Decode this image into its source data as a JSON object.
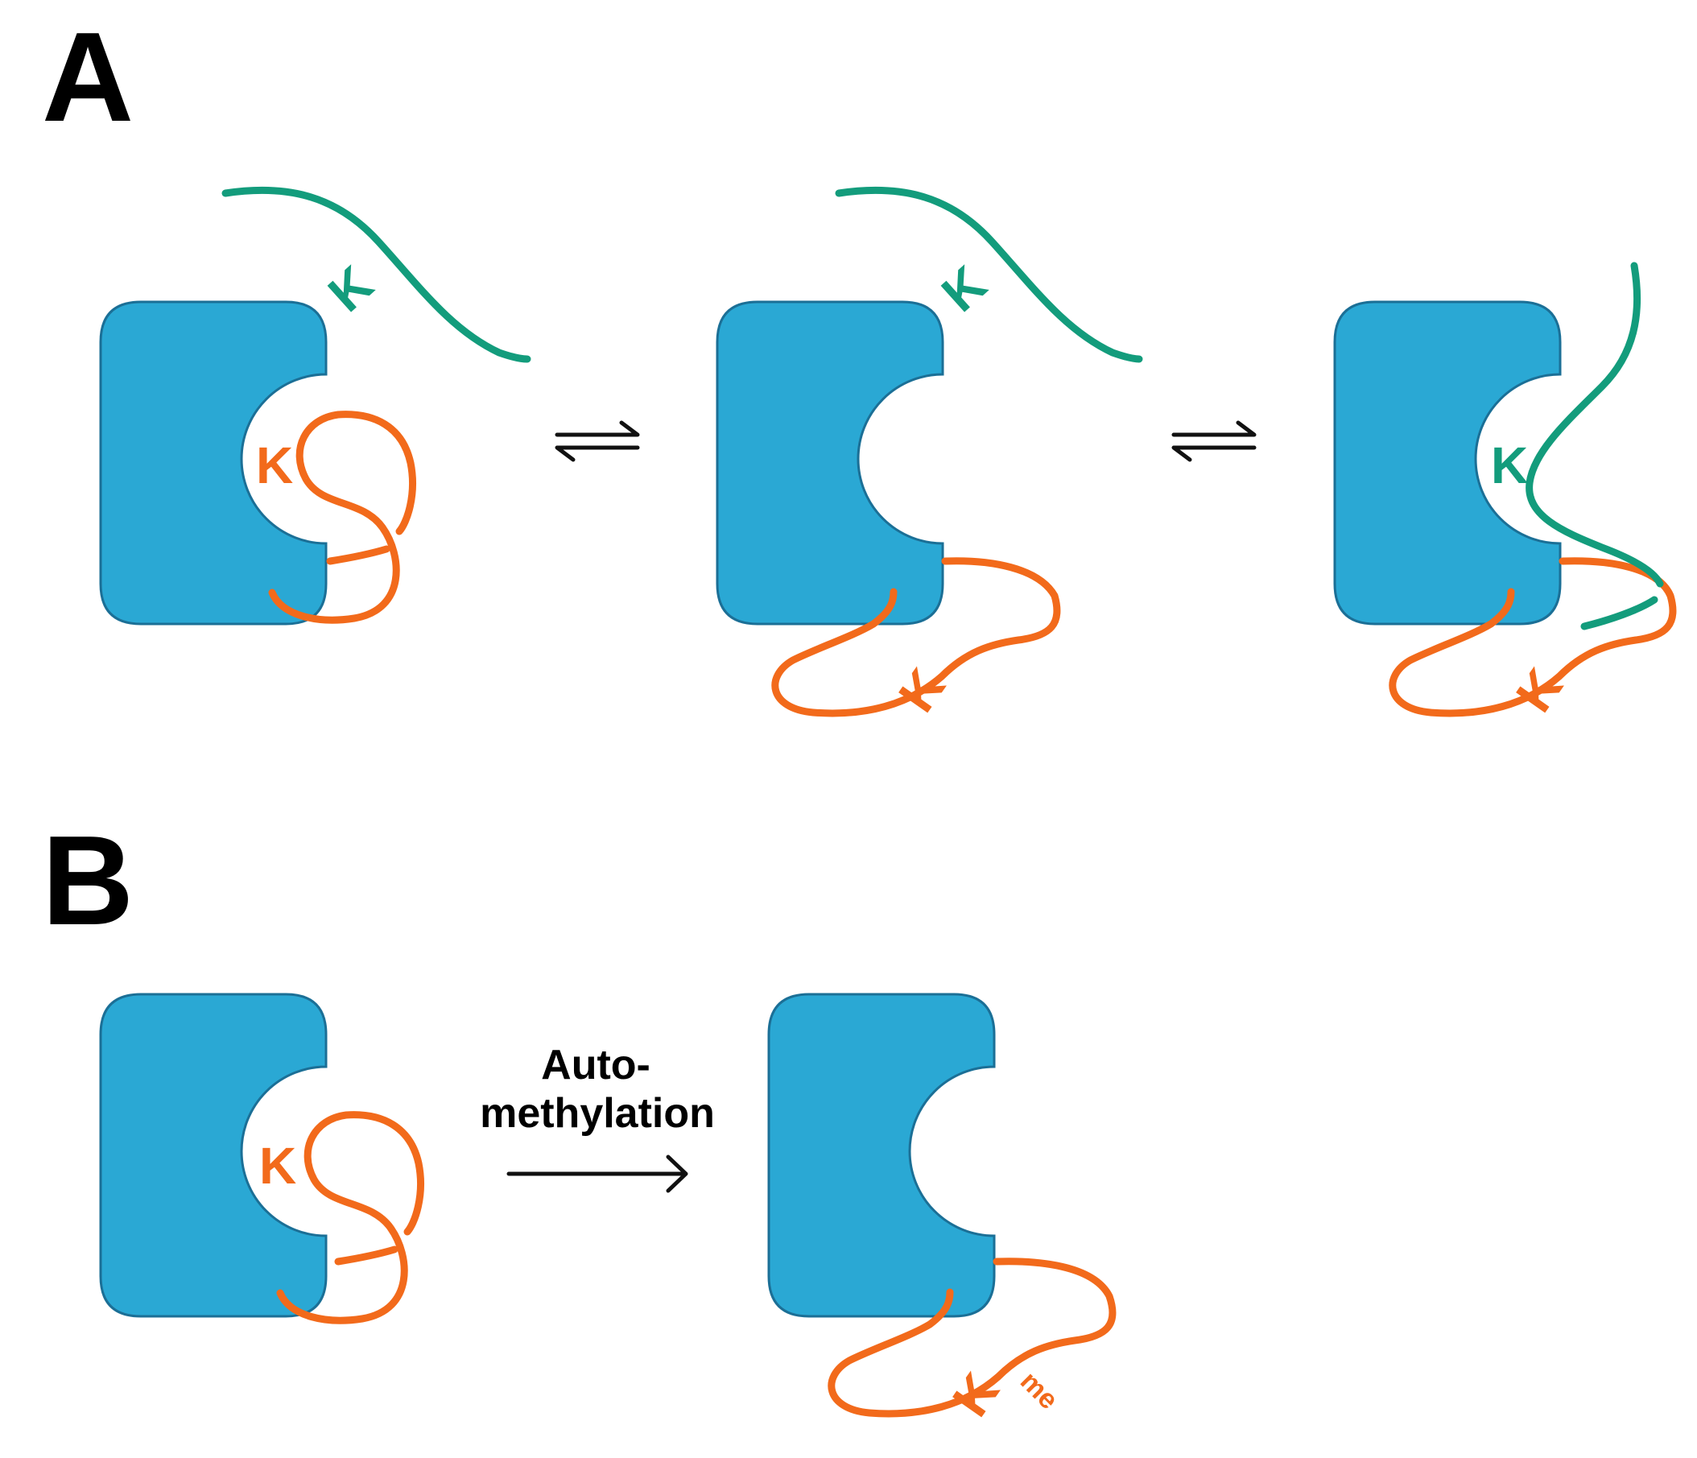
{
  "panels": {
    "a": {
      "label": "A"
    },
    "b": {
      "label": "B"
    }
  },
  "residues": {
    "lysine": "K",
    "methyl_superscript": "me"
  },
  "arrow": {
    "line1": "Auto-",
    "line2": "methylation"
  },
  "colors": {
    "protein_fill": "#2aa8d4",
    "protein_stroke": "#1b6f96",
    "orange_strand": "#f26a1b",
    "green_strand": "#139c7c",
    "arrow": "#111111"
  }
}
